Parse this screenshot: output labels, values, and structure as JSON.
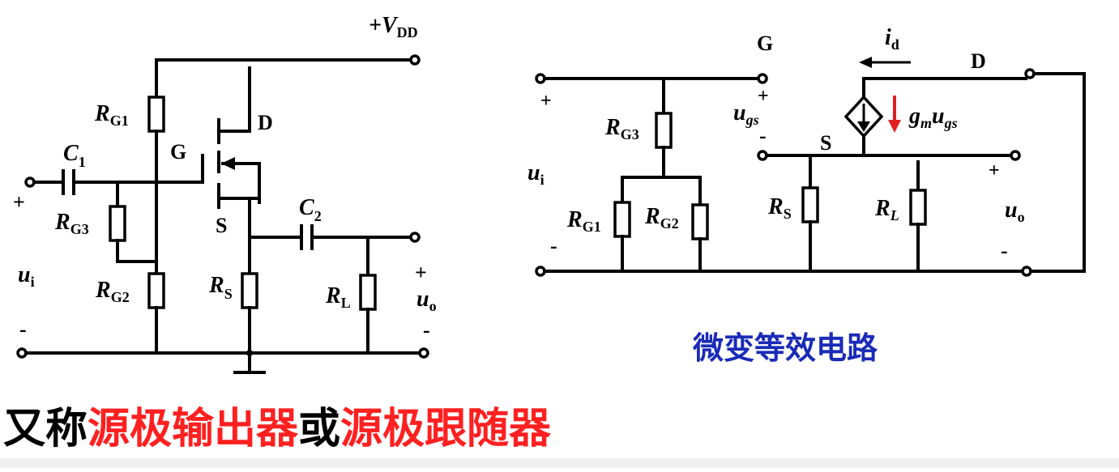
{
  "colors": {
    "black": "#000000",
    "red": "#ff2020",
    "blue": "#1a2bb8"
  },
  "left_circuit": {
    "vdd_label": "+V",
    "vdd_sub": "DD",
    "rg1": {
      "main": "R",
      "sub": "G1"
    },
    "rg2": {
      "main": "R",
      "sub": "G2"
    },
    "rg3": {
      "main": "R",
      "sub": "G3"
    },
    "rs": {
      "main": "R",
      "sub": "S"
    },
    "rl": {
      "main": "R",
      "sub": "L"
    },
    "c1": {
      "main": "C",
      "sub": "1"
    },
    "c2": {
      "main": "C",
      "sub": "2"
    },
    "gate": "G",
    "drain": "D",
    "source": "S",
    "ui": {
      "main": "u",
      "sub": "i"
    },
    "uo": {
      "main": "u",
      "sub": "o"
    },
    "plus_in": "+",
    "minus_in": "-",
    "plus_out": "+",
    "minus_out": "-"
  },
  "right_circuit": {
    "gate": "G",
    "drain": "D",
    "source": "S",
    "id": {
      "main": "i",
      "sub": "d"
    },
    "gm": {
      "g": "g",
      "m": "m",
      "u": "u",
      "gs": "gs"
    },
    "ugs": {
      "main": "u",
      "sub": "gs"
    },
    "ugs_plus": "+",
    "ugs_minus": "-",
    "rg3": {
      "main": "R",
      "sub": "G3"
    },
    "rg1": {
      "main": "R",
      "sub": "G1"
    },
    "rg2": {
      "main": "R",
      "sub": "G2"
    },
    "rs": {
      "main": "R",
      "sub": "S"
    },
    "rl": {
      "main": "R",
      "sub": "L"
    },
    "ui": {
      "main": "u",
      "sub": "i"
    },
    "uo": {
      "main": "u",
      "sub": "o"
    },
    "plus_in": "+",
    "minus_in": "-",
    "plus_out": "+",
    "minus_out": "-"
  },
  "equiv_title": "微变等效电路",
  "caption": {
    "p1": "又称",
    "p2": "源极输出器",
    "p3": "或",
    "p4": "源极跟随器"
  }
}
